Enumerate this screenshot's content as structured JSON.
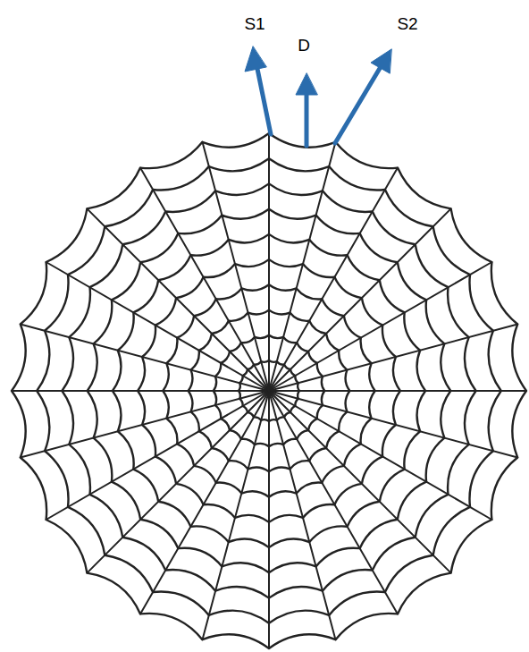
{
  "diagram": {
    "labels": [
      "S1",
      "D",
      "S2"
    ]
  }
}
